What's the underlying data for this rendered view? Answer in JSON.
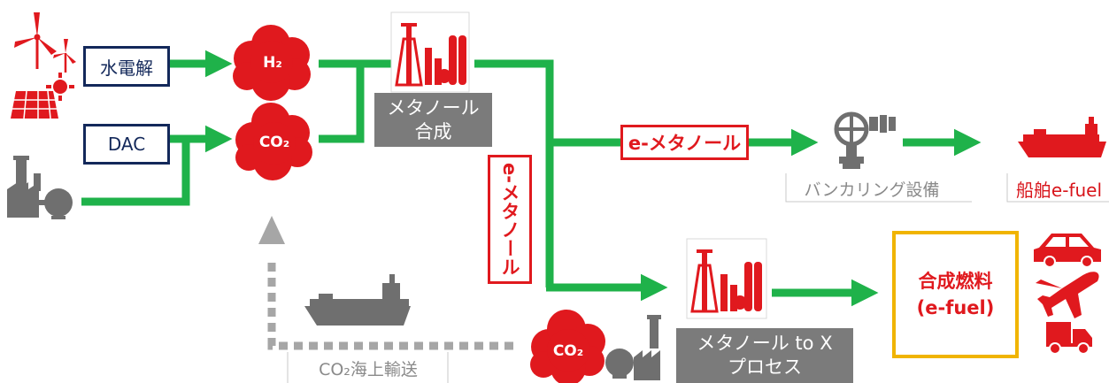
{
  "processes": {
    "electrolysis": "水電解",
    "dac": "DAC"
  },
  "molecules": {
    "h2": "H₂",
    "co2_top": "CO₂",
    "co2_bottom": "CO₂"
  },
  "methanol_synthesis": {
    "line1": "メタノール",
    "line2": "合成"
  },
  "e_methanol_horizontal": "e-メタノール",
  "e_methanol_vertical": "e-メタノール",
  "bunkering": "バンカリング設備",
  "ship_efuel": "船舶e-fuel",
  "methanol_to_x": {
    "line1": "メタノール to X",
    "line2": "プロセス"
  },
  "synthetic_fuel": {
    "line1": "合成燃料",
    "line2": "(e-fuel)"
  },
  "co2_transport": "CO₂海上輸送",
  "colors": {
    "flow_green": "#1fb24a",
    "accent_red": "#e0191e",
    "icon_gray": "#6f6f6f",
    "navy": "#13285a",
    "fuel_frame": "#f0b400",
    "transport_gray": "#a6a6a6"
  }
}
